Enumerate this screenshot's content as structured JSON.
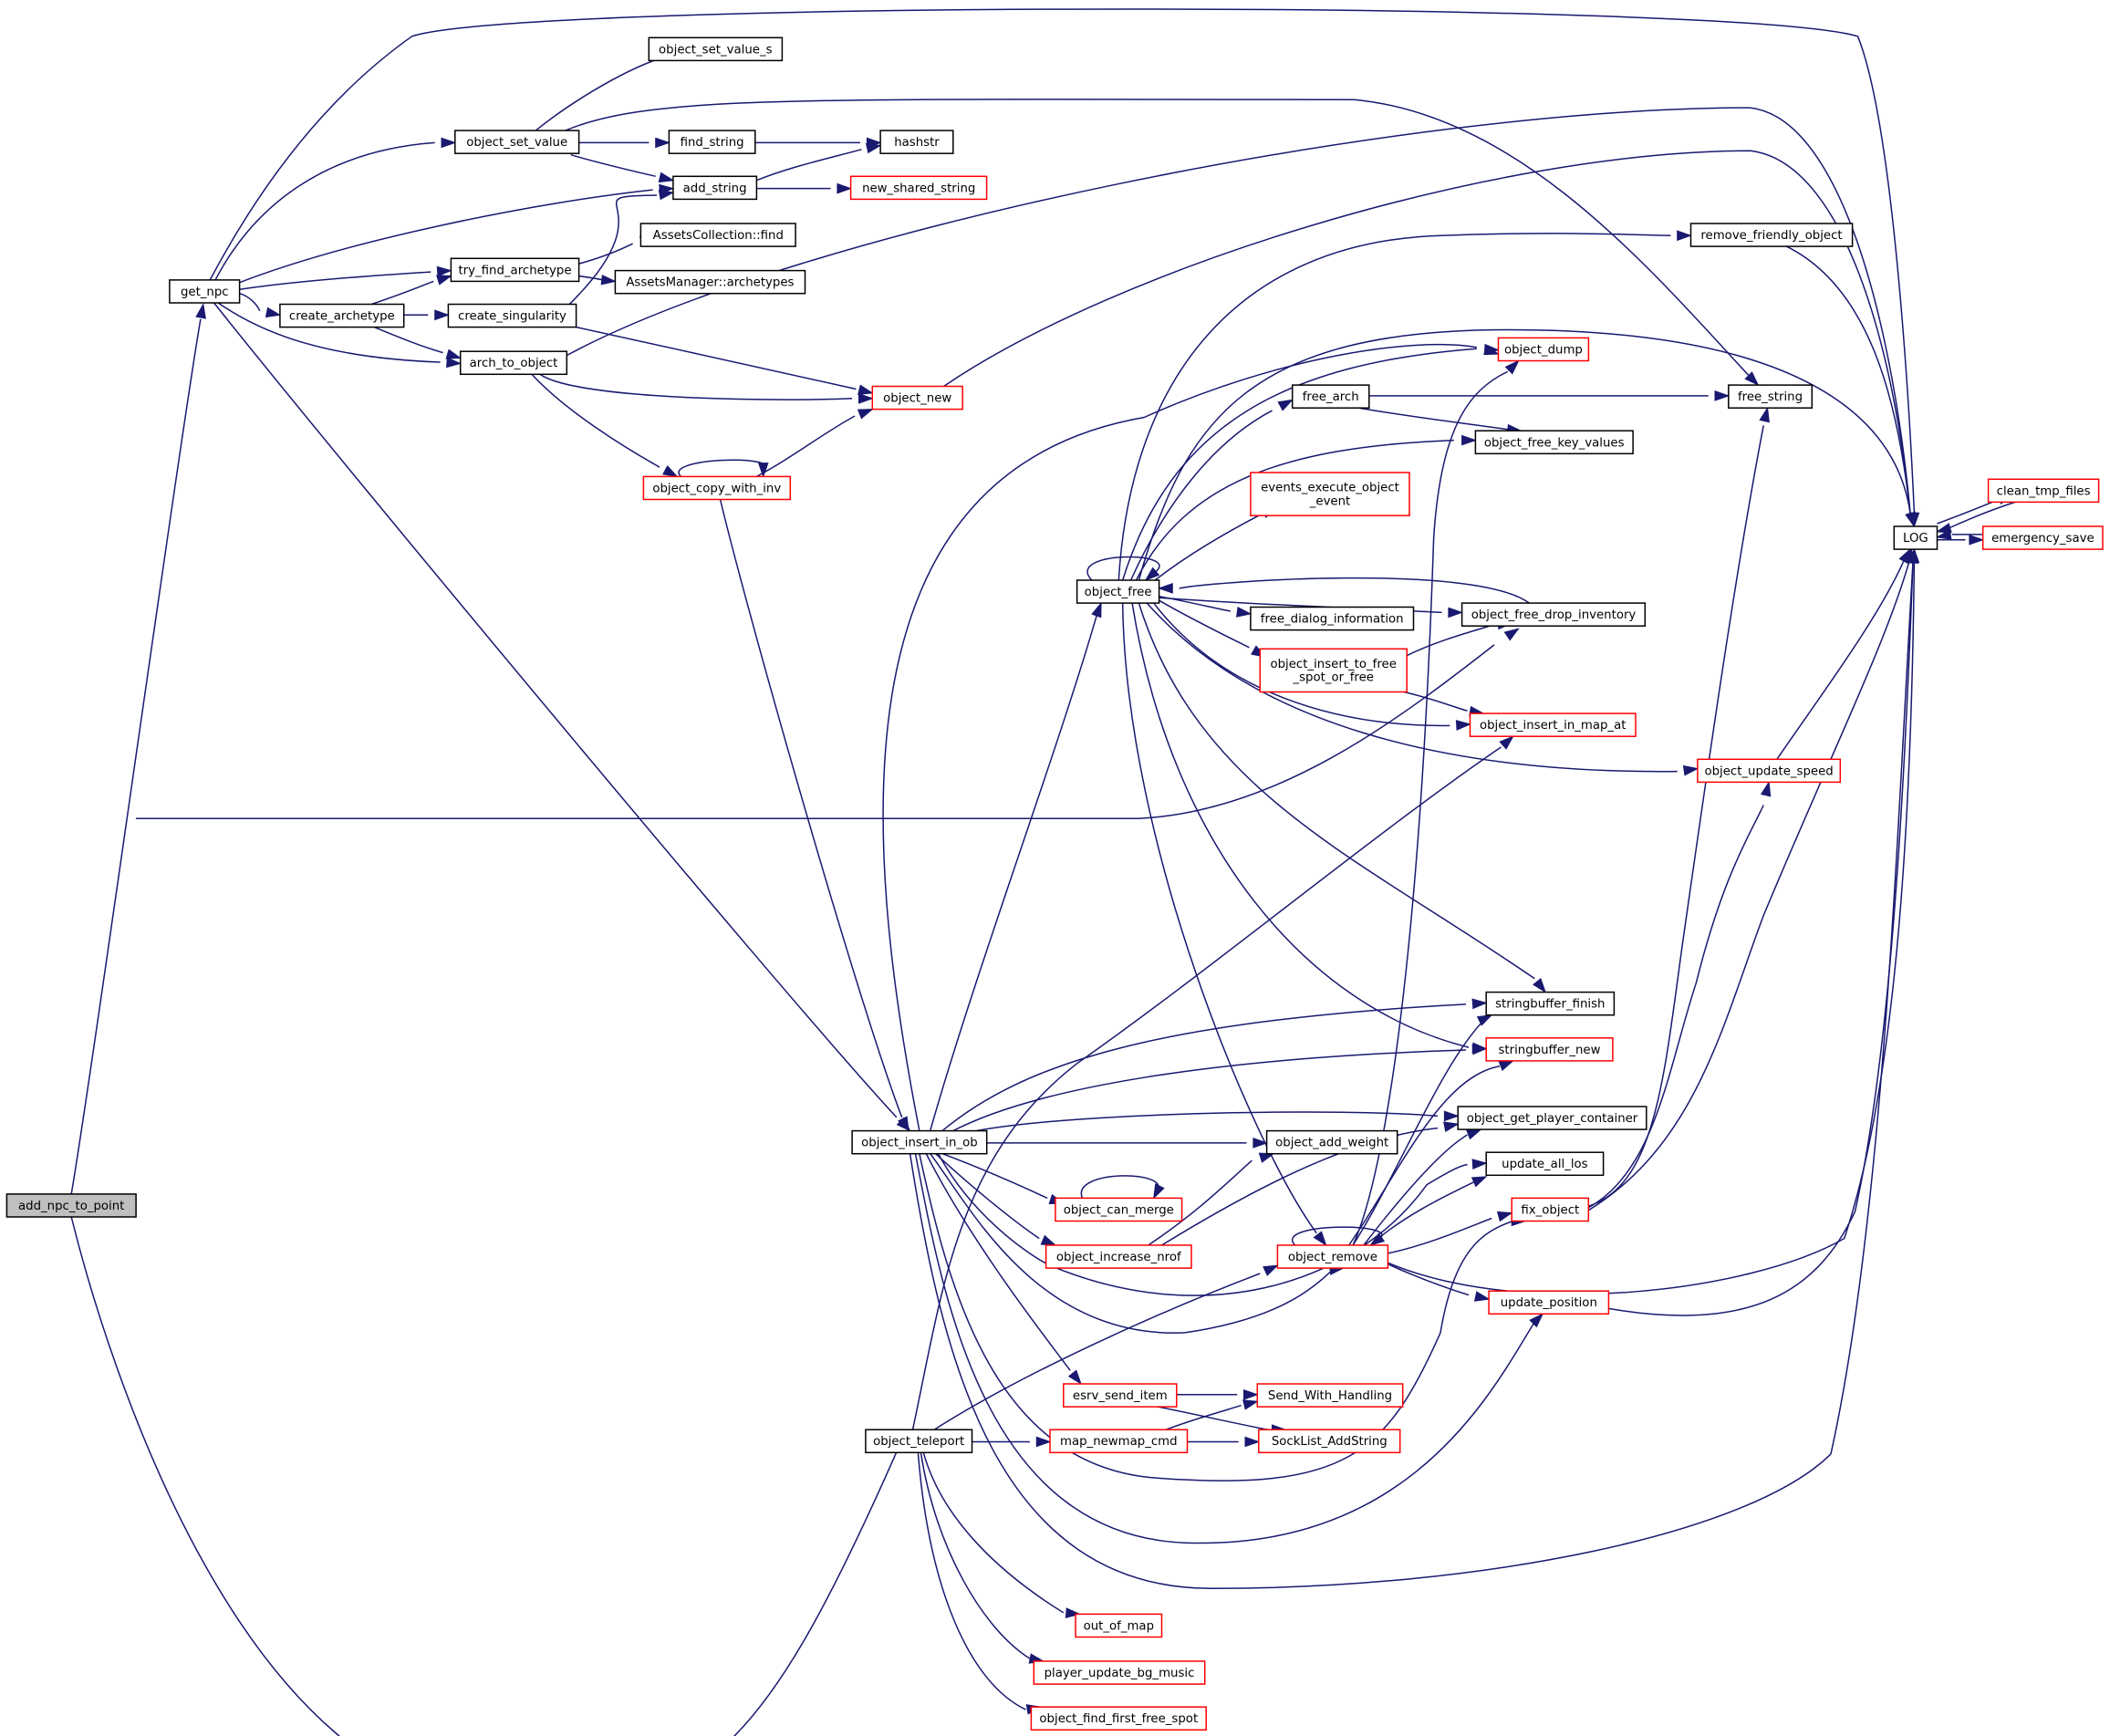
{
  "graph": {
    "colors": {
      "edge": "#191970",
      "node_default_border": "#000000",
      "node_truncated_border": "#ff0000",
      "root_fill": "#bfbfbf",
      "node_fill": "#ffffff"
    },
    "nodes": [
      {
        "id": "add_npc_to_point",
        "label": "add_npc_to_point",
        "kind": "root"
      },
      {
        "id": "get_npc",
        "label": "get_npc",
        "kind": "normal"
      },
      {
        "id": "object_set_value",
        "label": "object_set_value",
        "kind": "normal"
      },
      {
        "id": "object_set_value_s",
        "label": "object_set_value_s",
        "kind": "normal"
      },
      {
        "id": "find_string",
        "label": "find_string",
        "kind": "normal"
      },
      {
        "id": "hashstr",
        "label": "hashstr",
        "kind": "normal"
      },
      {
        "id": "add_string",
        "label": "add_string",
        "kind": "normal"
      },
      {
        "id": "new_shared_string",
        "label": "new_shared_string",
        "kind": "truncated"
      },
      {
        "id": "assets_collection_find",
        "label": "AssetsCollection::find",
        "kind": "normal"
      },
      {
        "id": "try_find_archetype",
        "label": "try_find_archetype",
        "kind": "normal"
      },
      {
        "id": "assets_manager_archetypes",
        "label": "AssetsManager::archetypes",
        "kind": "normal"
      },
      {
        "id": "create_archetype",
        "label": "create_archetype",
        "kind": "normal"
      },
      {
        "id": "create_singularity",
        "label": "create_singularity",
        "kind": "normal"
      },
      {
        "id": "arch_to_object",
        "label": "arch_to_object",
        "kind": "normal"
      },
      {
        "id": "object_new",
        "label": "object_new",
        "kind": "truncated"
      },
      {
        "id": "object_copy_with_inv",
        "label": "object_copy_with_inv",
        "kind": "truncated"
      },
      {
        "id": "remove_friendly_object",
        "label": "remove_friendly_object",
        "kind": "normal"
      },
      {
        "id": "object_dump",
        "label": "object_dump",
        "kind": "truncated"
      },
      {
        "id": "free_arch",
        "label": "free_arch",
        "kind": "normal"
      },
      {
        "id": "free_string",
        "label": "free_string",
        "kind": "normal"
      },
      {
        "id": "object_free_key_values",
        "label": "object_free_key_values",
        "kind": "normal"
      },
      {
        "id": "events_execute_object_event",
        "label": "events_execute_object\n_event",
        "kind": "truncated"
      },
      {
        "id": "clean_tmp_files",
        "label": "clean_tmp_files",
        "kind": "truncated"
      },
      {
        "id": "log",
        "label": "LOG",
        "kind": "normal"
      },
      {
        "id": "emergency_save",
        "label": "emergency_save",
        "kind": "truncated"
      },
      {
        "id": "object_free",
        "label": "object_free",
        "kind": "normal"
      },
      {
        "id": "free_dialog_information",
        "label": "free_dialog_information",
        "kind": "normal"
      },
      {
        "id": "object_free_drop_inventory",
        "label": "object_free_drop_inventory",
        "kind": "normal"
      },
      {
        "id": "object_insert_to_free_spot_or_free",
        "label": "object_insert_to_free\n_spot_or_free",
        "kind": "truncated"
      },
      {
        "id": "object_insert_in_map_at",
        "label": "object_insert_in_map_at",
        "kind": "truncated"
      },
      {
        "id": "object_update_speed",
        "label": "object_update_speed",
        "kind": "truncated"
      },
      {
        "id": "stringbuffer_finish",
        "label": "stringbuffer_finish",
        "kind": "normal"
      },
      {
        "id": "stringbuffer_new",
        "label": "stringbuffer_new",
        "kind": "truncated"
      },
      {
        "id": "object_insert_in_ob",
        "label": "object_insert_in_ob",
        "kind": "normal"
      },
      {
        "id": "object_get_player_container",
        "label": "object_get_player_container",
        "kind": "normal"
      },
      {
        "id": "object_add_weight",
        "label": "object_add_weight",
        "kind": "normal"
      },
      {
        "id": "update_all_los",
        "label": "update_all_los",
        "kind": "normal"
      },
      {
        "id": "object_can_merge",
        "label": "object_can_merge",
        "kind": "truncated"
      },
      {
        "id": "fix_object",
        "label": "fix_object",
        "kind": "truncated"
      },
      {
        "id": "object_increase_nrof",
        "label": "object_increase_nrof",
        "kind": "truncated"
      },
      {
        "id": "object_remove",
        "label": "object_remove",
        "kind": "truncated"
      },
      {
        "id": "update_position",
        "label": "update_position",
        "kind": "truncated"
      },
      {
        "id": "esrv_send_item",
        "label": "esrv_send_item",
        "kind": "truncated"
      },
      {
        "id": "send_with_handling",
        "label": "Send_With_Handling",
        "kind": "truncated"
      },
      {
        "id": "object_teleport",
        "label": "object_teleport",
        "kind": "normal"
      },
      {
        "id": "map_newmap_cmd",
        "label": "map_newmap_cmd",
        "kind": "truncated"
      },
      {
        "id": "socklist_addstring",
        "label": "SockList_AddString",
        "kind": "truncated"
      },
      {
        "id": "out_of_map",
        "label": "out_of_map",
        "kind": "truncated"
      },
      {
        "id": "player_update_bg_music",
        "label": "player_update_bg_music",
        "kind": "truncated"
      },
      {
        "id": "object_find_first_free_spot",
        "label": "object_find_first_free_spot",
        "kind": "truncated"
      }
    ]
  }
}
